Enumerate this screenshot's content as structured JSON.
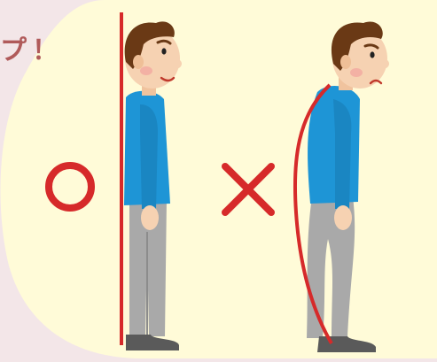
{
  "caption": {
    "text": "プ！"
  },
  "illustration": {
    "good_posture": {
      "mark": "circle-mark",
      "mark_color": "#d62a2a",
      "guide_line_color": "#d62a2a"
    },
    "bad_posture": {
      "mark": "cross-mark",
      "mark_color": "#d62a2a",
      "guide_line_color": "#d62a2a"
    },
    "colors": {
      "background": "#f3e6e8",
      "panel": "#fffbd8",
      "shirt": "#1e95d6",
      "pants": "#a9a9a9",
      "skin": "#f6d2b2",
      "hair": "#6a3915",
      "shoes": "#5a5a5a"
    }
  }
}
